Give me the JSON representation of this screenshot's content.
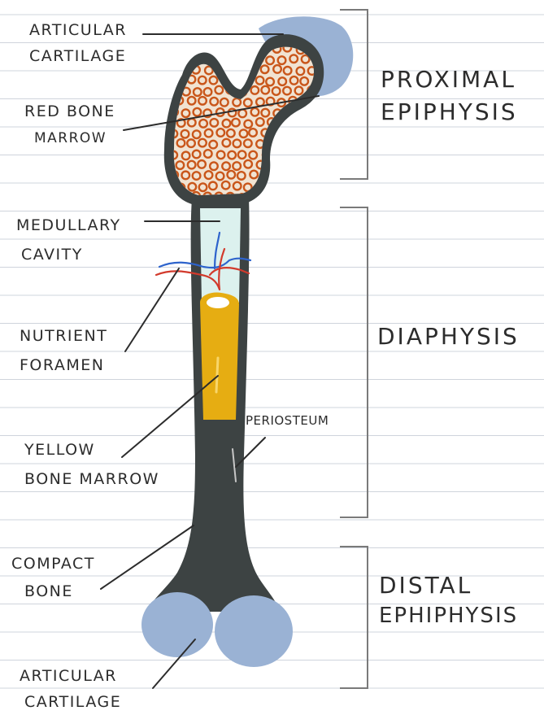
{
  "labels": {
    "articular_cartilage_top": [
      "ARTICULAR",
      "CARTILAGE"
    ],
    "red_bone_marrow": [
      "RED BONE",
      "MARROW"
    ],
    "medullary_cavity": [
      "MEDULLARY",
      "CAVITY"
    ],
    "nutrient_foramen": [
      "NUTRIENT",
      "FORAMEN"
    ],
    "yellow_bone_marrow": [
      "YELLOW",
      "BONE MARROW"
    ],
    "periosteum": "PERIOSTEUM",
    "compact_bone": [
      "COMPACT",
      "BONE"
    ],
    "articular_cartilage_bottom": [
      "ARTICULAR",
      "CARTILAGE"
    ]
  },
  "regions": {
    "proximal_epiphysis": [
      "PROXIMAL",
      "EPIPHYSIS"
    ],
    "diaphysis": "DIAPHYSIS",
    "distal_epiphysis": [
      "DISTAL",
      "EPHIPHYSIS"
    ]
  },
  "colors": {
    "paper_line": "#cfd4dc",
    "compact_bone": "#3d4343",
    "cartilage": "#9ab2d4",
    "red_marrow_bg": "#f1e3d2",
    "red_marrow_rings": "#c9561a",
    "medullary_cavity": "#dcf1ee",
    "yellow_marrow": "#e6ad12",
    "artery": "#d23a2c",
    "vein": "#2d63cc",
    "ink": "#2c2c2c"
  }
}
